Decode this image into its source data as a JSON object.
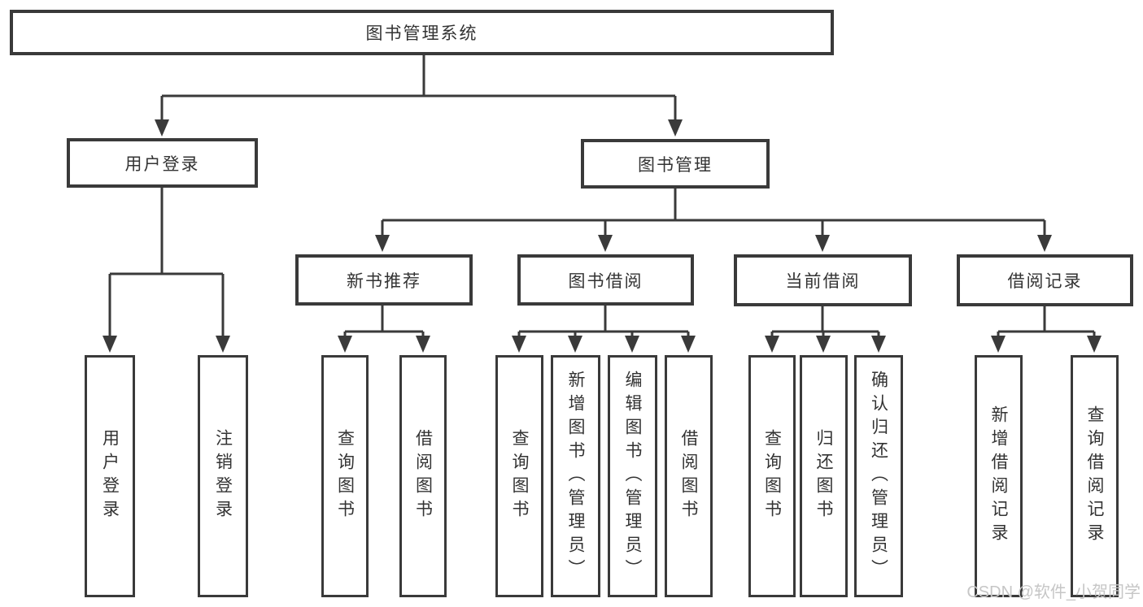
{
  "tree": {
    "label": "图书管理系统",
    "children": [
      {
        "label": "用户登录",
        "children": [
          {
            "label": "用户登录"
          },
          {
            "label": "注销登录"
          }
        ]
      },
      {
        "label": "图书管理",
        "children": [
          {
            "label": "新书推荐",
            "children": [
              {
                "label": "查询图书"
              },
              {
                "label": "借阅图书"
              }
            ]
          },
          {
            "label": "图书借阅",
            "children": [
              {
                "label": "查询图书"
              },
              {
                "label": "新增图书（管理员）"
              },
              {
                "label": "编辑图书（管理员）"
              },
              {
                "label": "借阅图书"
              }
            ]
          },
          {
            "label": "当前借阅",
            "children": [
              {
                "label": "查询图书"
              },
              {
                "label": "归还图书"
              },
              {
                "label": "确认归还（管理员）"
              }
            ]
          },
          {
            "label": "借阅记录",
            "children": [
              {
                "label": "新增借阅记录"
              },
              {
                "label": "查询借阅记录"
              }
            ]
          }
        ]
      }
    ]
  },
  "watermark": "CSDN @软件_小贺同学",
  "colors": {
    "line": "#3a3a3a",
    "box_border": "#3a3a3a",
    "box_background": "#ffffff",
    "text": "#333333",
    "watermark": "#c6c6c6"
  }
}
